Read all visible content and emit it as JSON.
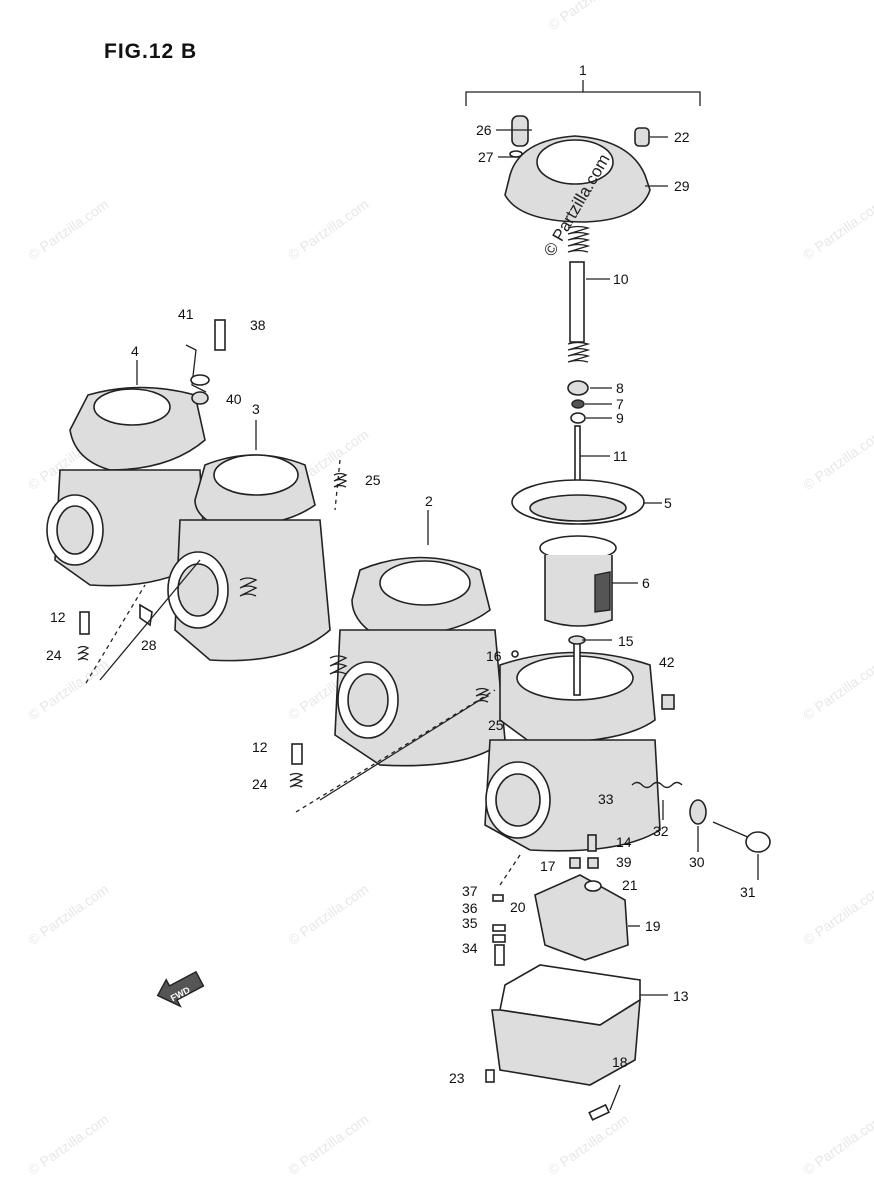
{
  "figure": {
    "title": "FIG.12 B"
  },
  "watermark": {
    "text": "© Partzilla.com"
  },
  "center_mark": {
    "text": "© Partzilla.com"
  },
  "callouts": [
    {
      "id": "c1",
      "label": "1"
    },
    {
      "id": "c26",
      "label": "26"
    },
    {
      "id": "c22",
      "label": "22"
    },
    {
      "id": "c27",
      "label": "27"
    },
    {
      "id": "c29",
      "label": "29"
    },
    {
      "id": "c10",
      "label": "10"
    },
    {
      "id": "c41",
      "label": "41"
    },
    {
      "id": "c38",
      "label": "38"
    },
    {
      "id": "c4",
      "label": "4"
    },
    {
      "id": "c40",
      "label": "40"
    },
    {
      "id": "c3",
      "label": "3"
    },
    {
      "id": "c8",
      "label": "8"
    },
    {
      "id": "c7",
      "label": "7"
    },
    {
      "id": "c9",
      "label": "9"
    },
    {
      "id": "c11",
      "label": "11"
    },
    {
      "id": "c25a",
      "label": "25"
    },
    {
      "id": "c2",
      "label": "2"
    },
    {
      "id": "c5",
      "label": "5"
    },
    {
      "id": "c6",
      "label": "6"
    },
    {
      "id": "c12a",
      "label": "12"
    },
    {
      "id": "c28",
      "label": "28"
    },
    {
      "id": "c24a",
      "label": "24"
    },
    {
      "id": "c15",
      "label": "15"
    },
    {
      "id": "c16",
      "label": "16"
    },
    {
      "id": "c42",
      "label": "42"
    },
    {
      "id": "c25b",
      "label": "25"
    },
    {
      "id": "c12b",
      "label": "12"
    },
    {
      "id": "c24b",
      "label": "24"
    },
    {
      "id": "c33",
      "label": "33"
    },
    {
      "id": "c14",
      "label": "14"
    },
    {
      "id": "c32",
      "label": "32"
    },
    {
      "id": "c30",
      "label": "30"
    },
    {
      "id": "c31",
      "label": "31"
    },
    {
      "id": "c17",
      "label": "17"
    },
    {
      "id": "c39",
      "label": "39"
    },
    {
      "id": "c21",
      "label": "21"
    },
    {
      "id": "c37",
      "label": "37"
    },
    {
      "id": "c36",
      "label": "36"
    },
    {
      "id": "c20",
      "label": "20"
    },
    {
      "id": "c19",
      "label": "19"
    },
    {
      "id": "c35",
      "label": "35"
    },
    {
      "id": "c34",
      "label": "34"
    },
    {
      "id": "c13",
      "label": "13"
    },
    {
      "id": "c23",
      "label": "23"
    },
    {
      "id": "c18",
      "label": "18"
    }
  ],
  "fwd_arrow": {
    "label": "FWD"
  },
  "footer": {
    "text": ""
  }
}
